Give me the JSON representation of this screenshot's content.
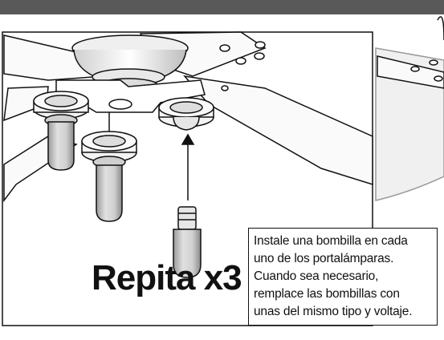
{
  "instruction": {
    "lines": [
      "Instale una bombilla en cada",
      "uno de los portalámparas.",
      "Cuando sea necesario,",
      "remplace las bombillas con",
      "unas del mismo tipo y voltaje."
    ]
  },
  "repeat_label": "Repita x3",
  "colors": {
    "top_bar": "#595959",
    "line": "#111111",
    "bulb_fill": "#d8d8d8"
  },
  "illustration": {
    "subject": "ceiling fan light kit with three bulb sockets",
    "icons": [
      "fan-blade-icon",
      "socket-icon",
      "bulb-icon",
      "arrow-icon"
    ]
  }
}
